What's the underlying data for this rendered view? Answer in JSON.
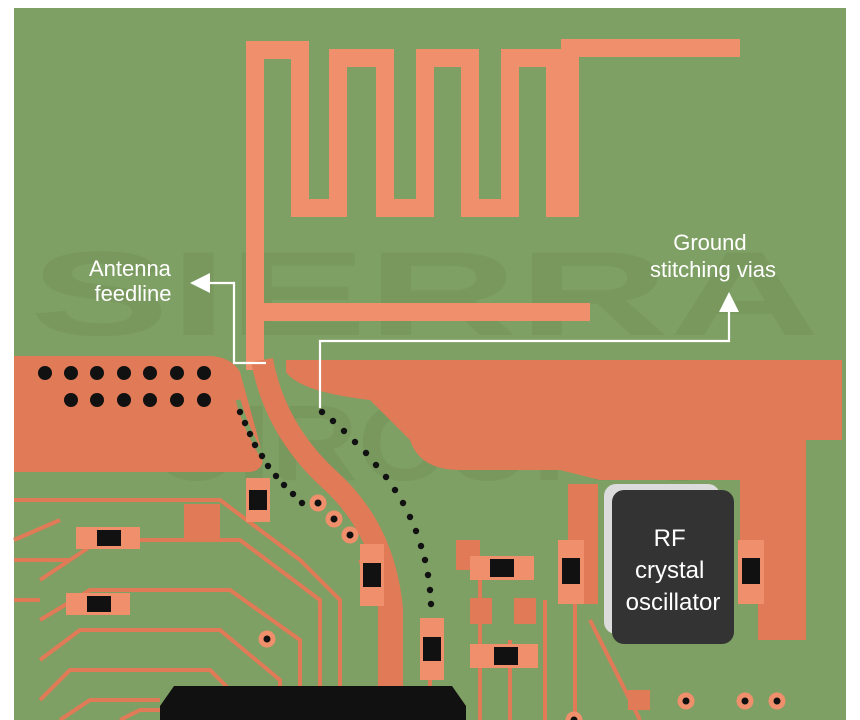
{
  "labels": {
    "antenna_feedline_line1": "Antenna",
    "antenna_feedline_line2": "feedline",
    "ground_vias_line1": "Ground",
    "ground_vias_line2": "stitching vias",
    "oscillator_line1": "RF",
    "oscillator_line2": "crystal",
    "oscillator_line3": "oscillator"
  },
  "watermark": {
    "line1": "SIERRA",
    "line2": "CIRCUITS"
  },
  "colors": {
    "board": "#7fa064",
    "copper": "#e07a57",
    "copper_light": "#ef8f6b",
    "via": "#111111",
    "oscillator": "#333333",
    "annotation": "#ffffff"
  }
}
